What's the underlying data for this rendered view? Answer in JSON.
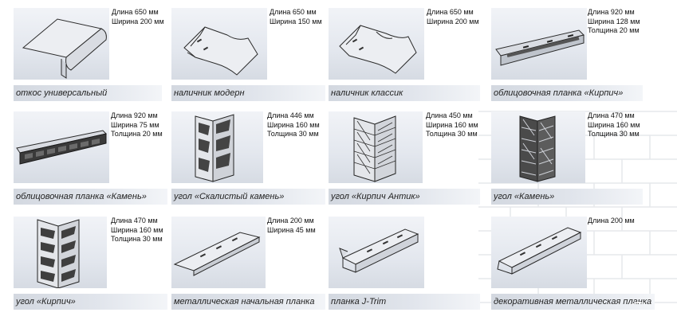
{
  "products": [
    {
      "caption": "откос универсальный",
      "specs": [
        "Длина 650 мм",
        "Ширина 200 мм"
      ],
      "icon": "universal-slope-profile"
    },
    {
      "caption": "наличник модерн",
      "specs": [
        "Длина 650 мм",
        "Ширина 150 мм"
      ],
      "icon": "modern-casing-profile"
    },
    {
      "caption": "наличник классик",
      "specs": [
        "Длина 650 мм",
        "Ширина 200 мм"
      ],
      "icon": "classic-casing-profile"
    },
    {
      "caption": "облицовочная планка «Кирпич»",
      "specs": [
        "Длина 920 мм",
        "Ширина 128 мм",
        "Толщина 20 мм"
      ],
      "icon": "brick-facing-strip"
    },
    {
      "caption": "облицовочная планка «Камень»",
      "specs": [
        "Длина 920 мм",
        "Ширина 75 мм",
        "Толщина 20 мм"
      ],
      "icon": "stone-facing-strip"
    },
    {
      "caption": "угол «Скалистый камень»",
      "specs": [
        "Длина 446 мм",
        "Ширина 160 мм",
        "Толщина 30 мм"
      ],
      "icon": "rocky-stone-corner"
    },
    {
      "caption": "угол «Кирпич Антик»",
      "specs": [
        "Длина 450 мм",
        "Ширина 160 мм",
        "Толщина 30 мм"
      ],
      "icon": "antique-brick-corner"
    },
    {
      "caption": "угол «Камень»",
      "specs": [
        "Длина 470 мм",
        "Ширина 160 мм",
        "Толщина 30 мм"
      ],
      "icon": "stone-corner"
    },
    {
      "caption": "угол «Кирпич»",
      "specs": [
        "Длина 470 мм",
        "Ширина 160 мм",
        "Толщина 30 мм"
      ],
      "icon": "brick-corner"
    },
    {
      "caption": "металлическая начальная планка",
      "specs": [
        "Длина 200 мм",
        "Ширина 45 мм"
      ],
      "icon": "metal-starter-strip"
    },
    {
      "caption": "планка J-Trim",
      "specs": [],
      "icon": "j-trim-strip"
    },
    {
      "caption": "декоративная металлическая планка",
      "specs": [
        "Длина 200 мм"
      ],
      "icon": "decorative-metal-strip"
    }
  ],
  "colors": {
    "panel_top": "#f1f3f7",
    "panel_bottom": "#d6dbe3",
    "caption_bar": "#d3d8e0",
    "profile_fill": "#eceef2",
    "profile_stroke": "#2a2a2a",
    "stone_dark": "#3a3a3a"
  }
}
